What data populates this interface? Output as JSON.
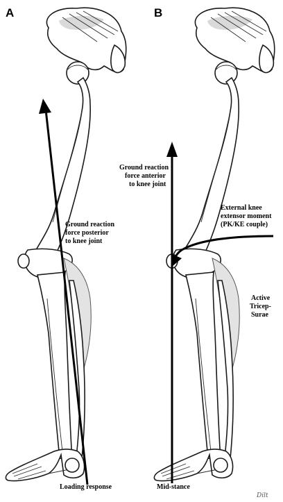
{
  "panels": [
    {
      "letter": "A",
      "force_label": [
        "Ground reaction",
        "force posterior",
        "to knee joint"
      ],
      "phase_label": "Loading response"
    },
    {
      "letter": "B",
      "force_label": [
        "Ground reaction",
        "force anterior",
        "to knee joint"
      ],
      "moment_label": [
        "External knee",
        "extensor moment",
        "(PK/KE couple)"
      ],
      "muscle_label": [
        "Active",
        "Tricep-",
        "Surae"
      ],
      "phase_label": "Mid-stance"
    }
  ],
  "signature": "Dilt"
}
